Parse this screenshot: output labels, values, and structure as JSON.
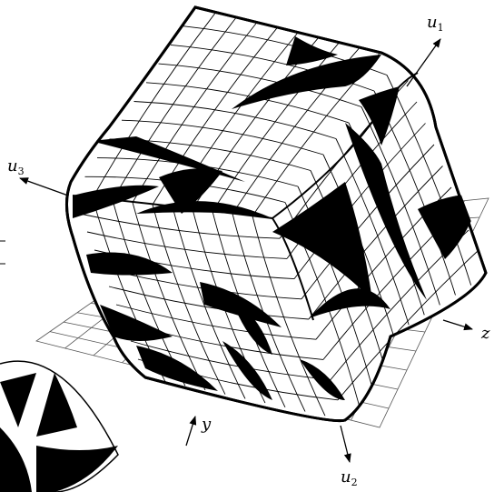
{
  "figure": {
    "labels": {
      "u1": {
        "base": "u",
        "sub": "1"
      },
      "u2": {
        "base": "u",
        "sub": "2"
      },
      "u3": {
        "base": "u",
        "sub": "3"
      },
      "z": {
        "base": "z",
        "sub": ""
      },
      "y": {
        "base": "y",
        "sub": ""
      }
    },
    "colors": {
      "ink": "#000000",
      "paper": "#ffffff",
      "grid": "#555555"
    }
  }
}
